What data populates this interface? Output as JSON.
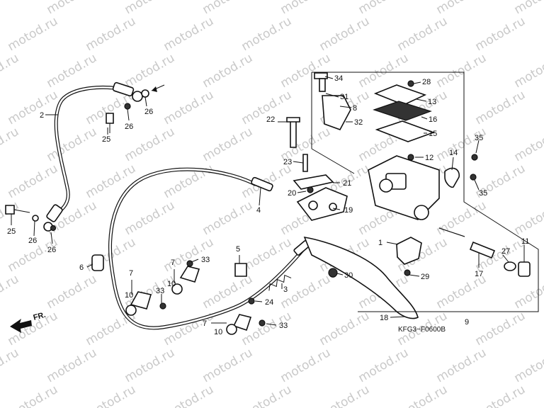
{
  "watermark": "motod.ru",
  "diagram_code": "KFG3−F0600B",
  "direction_marker": "FR.",
  "callouts": [
    {
      "id": "2",
      "text": "2"
    },
    {
      "id": "26a",
      "text": "26"
    },
    {
      "id": "26b",
      "text": "26"
    },
    {
      "id": "25a",
      "text": "25"
    },
    {
      "id": "25b",
      "text": "25"
    },
    {
      "id": "26c",
      "text": "26"
    },
    {
      "id": "26d",
      "text": "26"
    },
    {
      "id": "4",
      "text": "4"
    },
    {
      "id": "6",
      "text": "6"
    },
    {
      "id": "7a",
      "text": "7"
    },
    {
      "id": "10a",
      "text": "10"
    },
    {
      "id": "7b",
      "text": "7"
    },
    {
      "id": "10b",
      "text": "10"
    },
    {
      "id": "33a",
      "text": "33"
    },
    {
      "id": "33b",
      "text": "33"
    },
    {
      "id": "7c",
      "text": "7"
    },
    {
      "id": "10c",
      "text": "10"
    },
    {
      "id": "33c",
      "text": "33"
    },
    {
      "id": "5",
      "text": "5"
    },
    {
      "id": "3",
      "text": "3"
    },
    {
      "id": "24",
      "text": "24"
    },
    {
      "id": "22",
      "text": "22"
    },
    {
      "id": "23",
      "text": "23"
    },
    {
      "id": "20",
      "text": "20"
    },
    {
      "id": "21",
      "text": "21"
    },
    {
      "id": "19",
      "text": "19"
    },
    {
      "id": "34",
      "text": "34"
    },
    {
      "id": "31",
      "text": "31"
    },
    {
      "id": "8",
      "text": "8"
    },
    {
      "id": "32",
      "text": "32"
    },
    {
      "id": "28",
      "text": "28"
    },
    {
      "id": "13",
      "text": "13"
    },
    {
      "id": "16",
      "text": "16"
    },
    {
      "id": "15",
      "text": "15"
    },
    {
      "id": "12",
      "text": "12"
    },
    {
      "id": "14",
      "text": "14"
    },
    {
      "id": "35a",
      "text": "35"
    },
    {
      "id": "35b",
      "text": "35"
    },
    {
      "id": "1",
      "text": "1"
    },
    {
      "id": "29",
      "text": "29"
    },
    {
      "id": "30",
      "text": "30"
    },
    {
      "id": "18",
      "text": "18"
    },
    {
      "id": "9",
      "text": "9"
    },
    {
      "id": "27",
      "text": "27"
    },
    {
      "id": "11",
      "text": "11"
    },
    {
      "id": "17",
      "text": "17"
    }
  ]
}
